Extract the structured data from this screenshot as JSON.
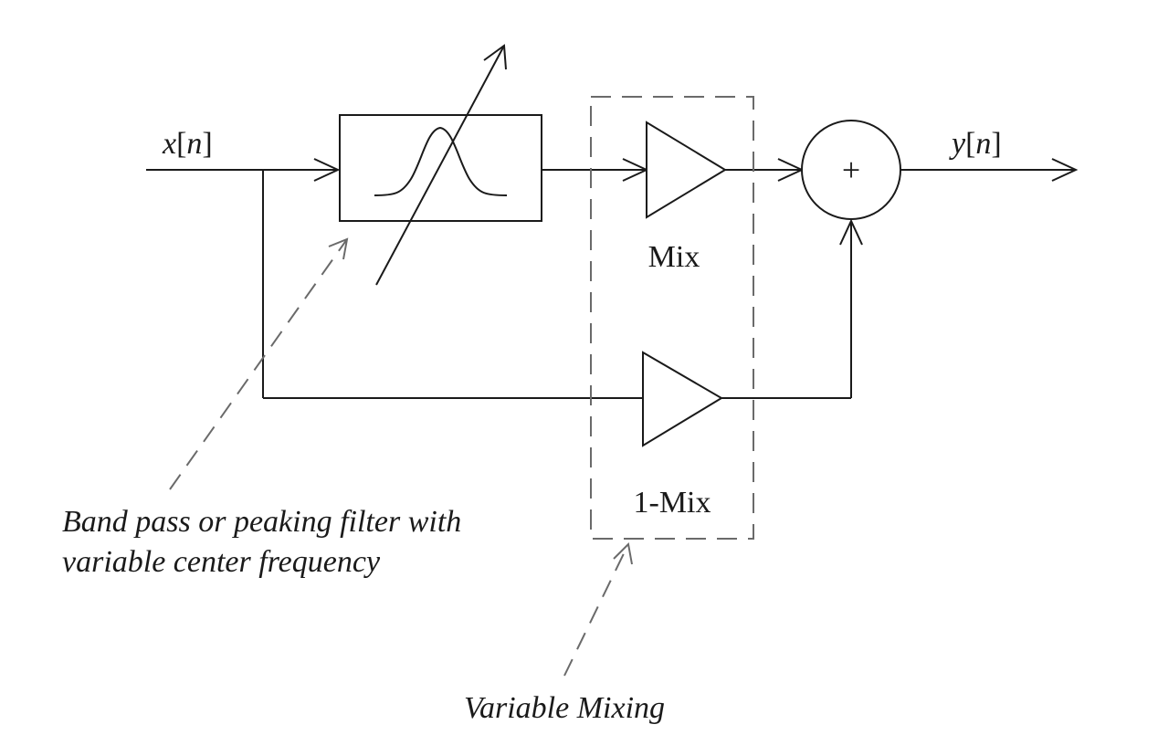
{
  "signals": {
    "input_var": "x",
    "input_idx": "n",
    "output_var": "y",
    "output_idx": "n"
  },
  "gains": {
    "upper": "Mix",
    "lower": "1-Mix"
  },
  "summer": {
    "symbol": "+"
  },
  "annotations": {
    "filter_line1": "Band pass or peaking filter with",
    "filter_line2": "variable center frequency",
    "mixing": "Variable Mixing"
  }
}
